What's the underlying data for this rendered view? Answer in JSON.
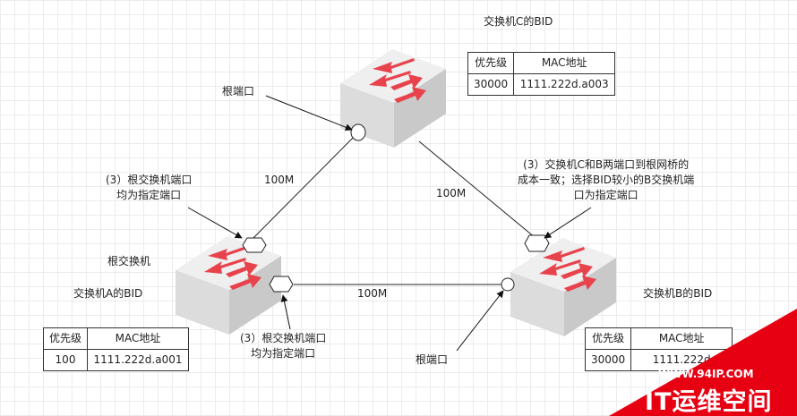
{
  "colors": {
    "switch_top": "#efefef",
    "switch_front": "#dcdcdc",
    "switch_side": "#c9c9c9",
    "arrow": "#e8424c",
    "banner": "#e60012"
  },
  "switches": {
    "c": {
      "bid_title": "交换机C的BID",
      "priority_header": "优先级",
      "mac_header": "MAC地址",
      "priority": "30000",
      "mac": "1111.222d.a003"
    },
    "a": {
      "role": "根交换机",
      "bid_title": "交换机A的BID",
      "priority_header": "优先级",
      "mac_header": "MAC地址",
      "priority": "100",
      "mac": "1111.222d.a001"
    },
    "b": {
      "bid_title": "交换机B的BID",
      "priority_header": "优先级",
      "mac_header": "MAC地址",
      "priority": "30000",
      "mac": "1111.222d"
    }
  },
  "links": {
    "ac": "100M",
    "cb": "100M",
    "ab": "100M"
  },
  "annotations": {
    "root_port_c": "根端口",
    "root_port_b": "根端口",
    "designated_a_top": [
      "(3）根交换机端口",
      "均为指定端口"
    ],
    "designated_a_bottom": [
      "(3）根交换机端口",
      "均为指定端口"
    ],
    "designated_b": [
      "(3）交换机C和B两端口到根网桥的",
      "成本一致；选择BID较小的B交换机端",
      "口为指定端口"
    ]
  },
  "watermark": {
    "url": "WWW.94IP.COM",
    "brand": "IT运维空间"
  }
}
